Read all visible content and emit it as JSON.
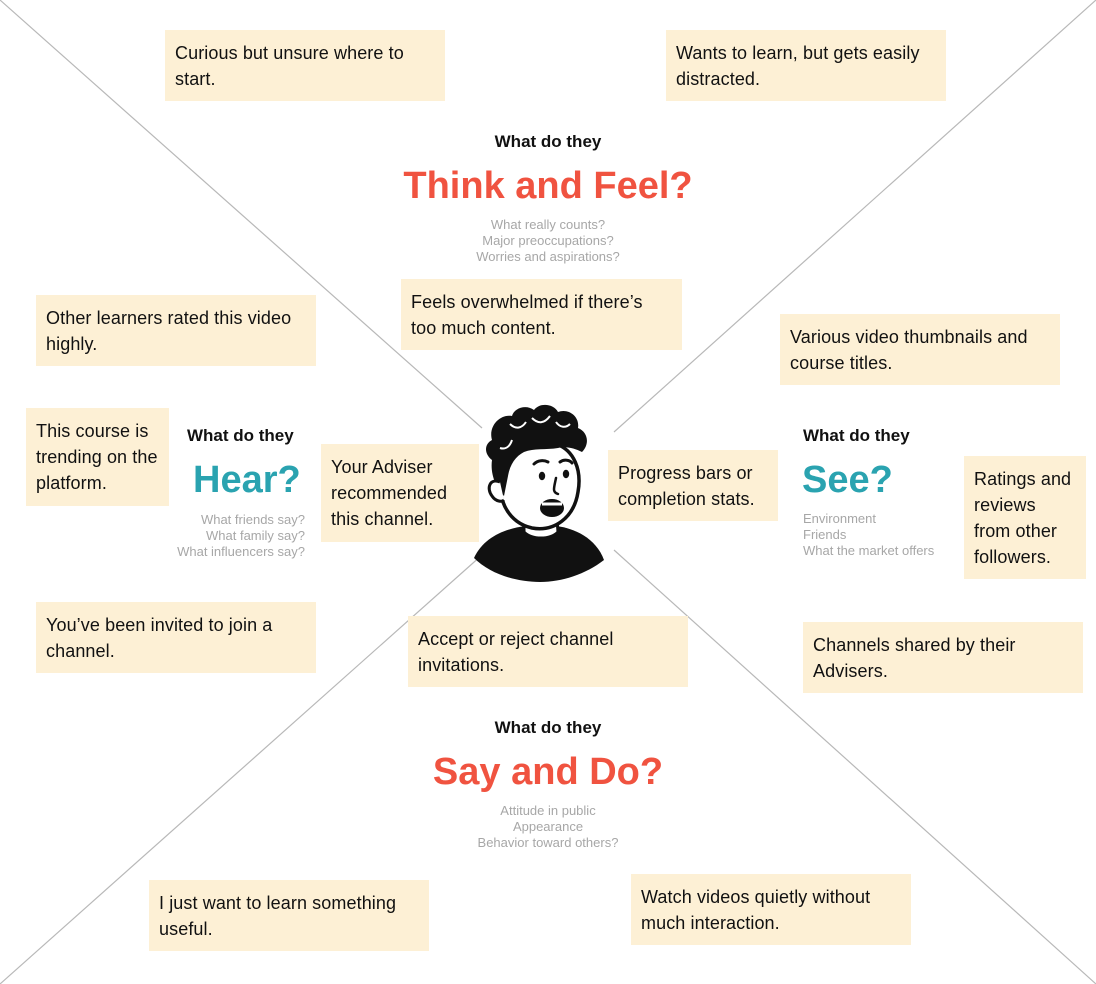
{
  "quadrants": {
    "think": {
      "prompt": "What do they",
      "title": "Think and Feel?",
      "hints": [
        "What really counts?",
        "Major preoccupations?",
        "Worries and aspirations?"
      ]
    },
    "hear": {
      "prompt": "What do they",
      "title": "Hear?",
      "hints": [
        "What friends say?",
        "What family say?",
        "What influencers say?"
      ]
    },
    "see": {
      "prompt": "What do they",
      "title": "See?",
      "hints": [
        "Environment",
        "Friends",
        "What the market offers"
      ]
    },
    "say": {
      "prompt": "What do they",
      "title": "Say and Do?",
      "hints": [
        "Attitude in public",
        "Appearance",
        "Behavior toward others?"
      ]
    }
  },
  "notes": {
    "think_1": "Curious but unsure where to start.",
    "think_2": "Wants to learn, but gets easily distracted.",
    "think_3": "Feels overwhelmed if there’s too much content.",
    "hear_1": "Other learners rated this video highly.",
    "hear_2": "This course is trending on the platform.",
    "hear_3": "Your Adviser recommended this channel.",
    "hear_4": "You’ve been invited to join a channel.",
    "see_1": "Various video thumbnails and course titles.",
    "see_2": "Progress bars or completion stats.",
    "see_3": "Ratings and reviews from other followers.",
    "see_4": "Channels shared by their Advisers.",
    "say_1": "Accept or reject channel invitations.",
    "say_2": "I just want to learn something useful.",
    "say_3": "Watch videos quietly without much interaction."
  },
  "colors": {
    "note_background": "#fdf0d5",
    "think_say_accent": "#f05340",
    "hear_see_accent": "#2aa3b0",
    "hint_text": "#a7a7a7",
    "divider_line": "#b8b8b8"
  },
  "center_icon": "person-face-icon"
}
